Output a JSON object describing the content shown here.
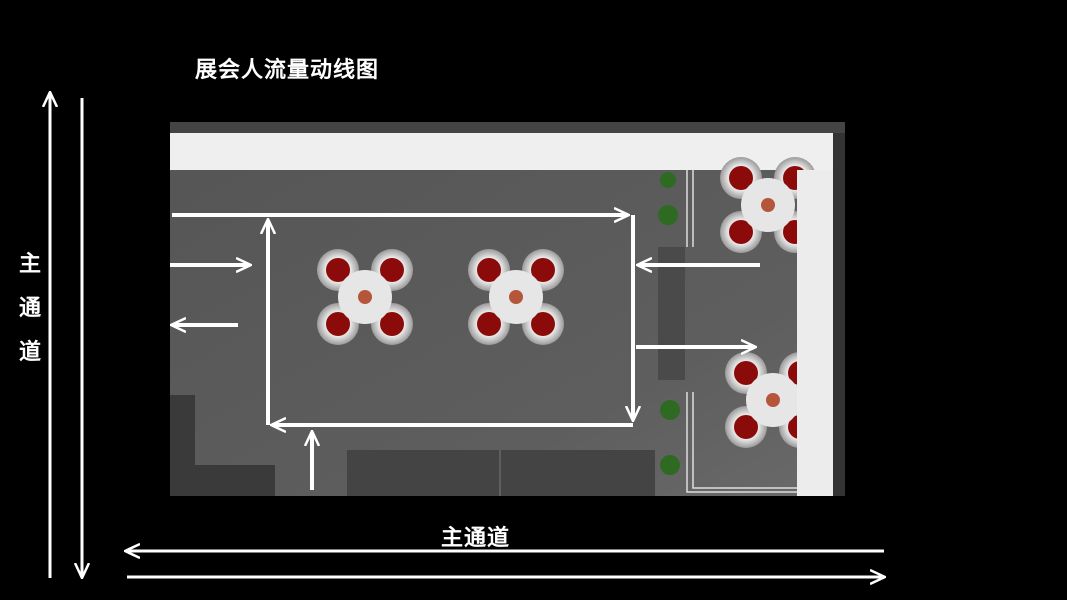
{
  "title": "展会人流量动线图",
  "main_aisle_vertical_label": "主通道",
  "main_aisle_horizontal_label": "主通道",
  "colors": {
    "background": "#000000",
    "floor": "#5b5b5b",
    "wall": "#eeeeee",
    "arrow": "#ffffff",
    "seat": "#8b0a0a"
  }
}
